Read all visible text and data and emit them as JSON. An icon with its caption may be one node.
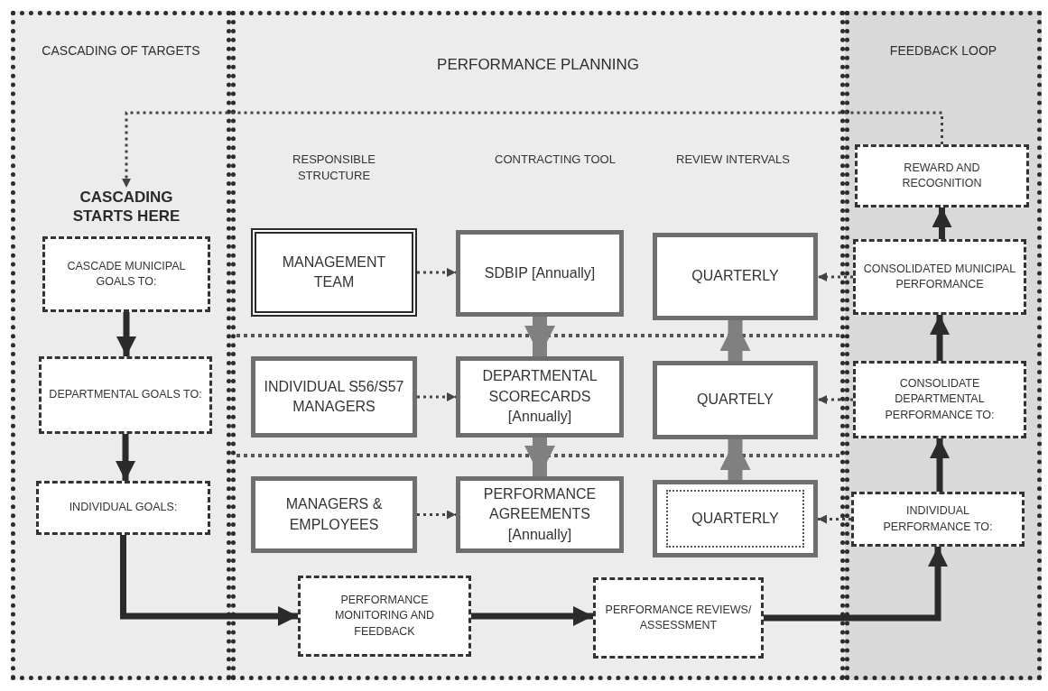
{
  "diagram": {
    "nodes": [
      {
        "text": [
          "CASCADING OF TARGETS"
        ]
      },
      {
        "text": [
          "PERFORMANCE PLANNING"
        ]
      },
      {
        "text": [
          "FEEDBACK LOOP"
        ]
      },
      {
        "text": [
          "CASCADING STARTS HERE"
        ],
        "in": 0
      },
      {
        "text": [
          "CASCADE MUNICIPAL GOALS TO:"
        ],
        "in": 0
      },
      {
        "text": [
          "DEPARTMENTAL GOALS TO:"
        ],
        "in": 0
      },
      {
        "text": [
          "INDIVIDUAL GOALS:"
        ],
        "in": 0
      },
      {
        "text": [
          "MANAGEMENT TEAM"
        ],
        "in": 1
      },
      {
        "text": [
          "SDBIP [Annually]"
        ],
        "in": 1
      },
      {
        "text": [
          "QUARTERLY"
        ],
        "in": 1
      },
      {
        "text": [
          "INDIVIDUAL S56/S57 MANAGERS"
        ],
        "in": 1
      },
      {
        "text": [
          "DEPARTMENTAL SCORECARDS [Annually]"
        ],
        "in": 1
      },
      {
        "text": [
          "QUARTELY"
        ],
        "in": 1
      },
      {
        "text": [
          "MANAGERS & EMPLOYEES"
        ],
        "in": 1
      },
      {
        "text": [
          "PERFORMANCE AGREEMENTS [Annually]"
        ],
        "in": 1
      },
      {
        "text": [
          "QUARTERLY"
        ],
        "in": 1
      },
      {
        "text": [
          "PERFORMANCE MONITORING AND FEEDBACK"
        ],
        "in": 1
      },
      {
        "text": [
          "PERFORMANCE REVIEWS/ ASSESSMENT"
        ],
        "in": 1
      },
      {
        "text": [
          "REWARD AND RECOGNITION"
        ],
        "in": 2
      },
      {
        "text": [
          "CONSOLIDATED MUNICIPAL PERFORMANCE"
        ],
        "in": 2
      },
      {
        "text": [
          "CONSOLIDATE DEPARTMENTAL PERFORMANCE TO:"
        ],
        "in": 2
      },
      {
        "text": [
          "INDIVIDUAL PERFORMANCE TO:"
        ],
        "in": 2
      }
    ],
    "edges": [
      {
        "from": 18,
        "to": 3,
        "arrow": "to",
        "style": "dashed"
      },
      {
        "from": 4,
        "to": 5,
        "arrow": "to"
      },
      {
        "from": 5,
        "to": 6,
        "arrow": "to"
      },
      {
        "from": 6,
        "to": 16,
        "arrow": "to"
      },
      {
        "from": 16,
        "to": 17,
        "arrow": "to"
      },
      {
        "from": 17,
        "to": 21,
        "arrow": "to"
      },
      {
        "from": 21,
        "to": 20,
        "arrow": "to"
      },
      {
        "from": 20,
        "to": 19,
        "arrow": "to"
      },
      {
        "from": 19,
        "to": 18,
        "arrow": "to"
      },
      {
        "from": 7,
        "to": 8,
        "arrow": "to",
        "style": "dashed"
      },
      {
        "from": 10,
        "to": 11,
        "arrow": "to",
        "style": "dashed"
      },
      {
        "from": 13,
        "to": 14,
        "arrow": "to",
        "style": "dashed"
      },
      {
        "from": 8,
        "to": 11,
        "arrow": "to",
        "style": "thick",
        "color": "#808080"
      },
      {
        "from": 11,
        "to": 14,
        "arrow": "to",
        "style": "thick",
        "color": "#808080"
      },
      {
        "from": 15,
        "to": 12,
        "arrow": "to",
        "style": "thick",
        "color": "#808080"
      },
      {
        "from": 12,
        "to": 9,
        "arrow": "to",
        "style": "thick",
        "color": "#808080"
      },
      {
        "from": 19,
        "to": 9,
        "arrow": "to",
        "style": "dashed"
      },
      {
        "from": 20,
        "to": 12,
        "arrow": "to",
        "style": "dashed"
      },
      {
        "from": 21,
        "to": 15,
        "arrow": "to",
        "style": "dashed"
      }
    ],
    "labels": [
      "RESPONSIBLE STRUCTURE",
      "CONTRACTING TOOL",
      "REVIEW INTERVALS"
    ]
  }
}
